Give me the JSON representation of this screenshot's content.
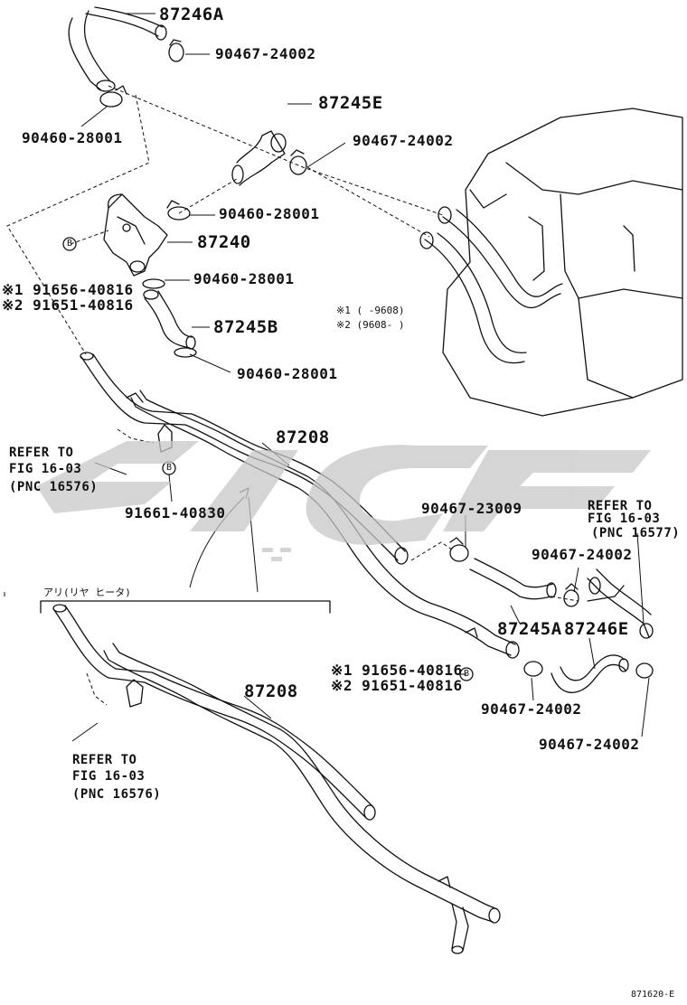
{
  "labels": {
    "p87246A": "87246A",
    "p90467_24002_a": "90467-24002",
    "p90460_28001_a": "90460-28001",
    "p87245E": "87245E",
    "p90467_24002_b": "90467-24002",
    "p90460_28001_b": "90460-28001",
    "p87240": "87240",
    "p90460_28001_c": "90460-28001",
    "p91656_40816_a": "※1 91656-40816",
    "p91651_40816_a": "※2 91651-40816",
    "note1": "※1 (    -9608)",
    "note2": "※2 (9608-     )",
    "p87245B": "87245B",
    "p90460_28001_d": "90460-28001",
    "p87208_a": "87208",
    "ref1_l1": "REFER TO",
    "ref1_l2": "FIG 16-03",
    "ref1_l3": "(PNC 16576)",
    "p91661_40830": "91661-40830",
    "p90467_23009": "90467-23009",
    "ref2_l1": "REFER TO",
    "ref2_l2": "FIG 16-03",
    "ref2_l3": "(PNC 16577)",
    "p90467_24002_c": "90467-24002",
    "p87245A": "87245A",
    "p87246E": "87246E",
    "p91656_40816_b": "※1 91656-40816",
    "p91651_40816_b": "※2 91651-40816",
    "p90467_24002_d": "90467-24002",
    "p90467_24002_e": "90467-24002",
    "rear_heater": "アリ(リヤ ヒータ)",
    "p87208_b": "87208",
    "ref3_l1": "REFER TO",
    "ref3_l2": "FIG 16-03",
    "ref3_l3": "(PNC 16576)",
    "bolt_mark": "B",
    "fig_code": "871620-E"
  },
  "colors": {
    "line": "#111111",
    "watermark": "#c8c8c8"
  }
}
